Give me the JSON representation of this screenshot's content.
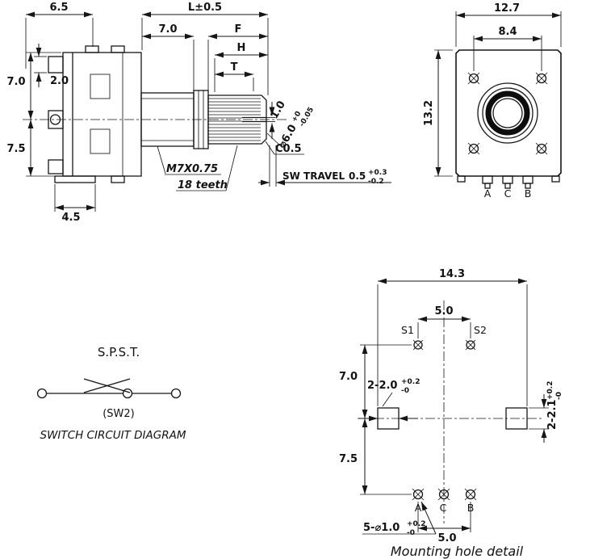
{
  "side_view": {
    "dim_pin": "6.5",
    "dim_length": "L±0.5",
    "dim_bushing": "7.0",
    "dim_f": "F",
    "dim_h": "H",
    "dim_t": "T",
    "dim_upper": "7.0",
    "dim_tab": "2.0",
    "dim_lower": "7.5",
    "dim_foot": "4.5",
    "thread": "M7X0.75",
    "teeth": "18 teeth",
    "sw_travel": "SW TRAVEL",
    "sw_travel_val": "0.5",
    "sw_travel_tol_up": "+0.3",
    "sw_travel_tol_dn": "-0.2",
    "chamfer": "C0.5",
    "dia": "⌀6.0",
    "dia_tol_up": "+0",
    "dia_tol_dn": "-0.05",
    "slot": "1.0"
  },
  "front_view": {
    "dim_width": "12.7",
    "dim_holes": "8.4",
    "dim_height": "13.2",
    "term_a": "A",
    "term_c": "C",
    "term_b": "B"
  },
  "circuit": {
    "type": "S.P.S.T.",
    "name": "(SW2)",
    "caption": "SWITCH CIRCUIT DIAGRAM"
  },
  "mounting": {
    "dim_width": "14.3",
    "dim_s_span": "5.0",
    "s1": "S1",
    "s2": "S2",
    "slot_w": "2-2.0",
    "slot_w_tol_up": "+0.2",
    "slot_w_tol_dn": "-0",
    "slot_h": "2-2.1",
    "slot_h_tol_up": "+0.2",
    "slot_h_tol_dn": "-0",
    "dim_upper": "7.0",
    "dim_lower": "7.5",
    "term_a": "A",
    "term_c": "C",
    "term_b": "B",
    "holes": "5-⌀1.0",
    "holes_tol_up": "+0.2",
    "holes_tol_dn": "-0",
    "dim_t_span": "5.0",
    "caption": "Mounting hole detail"
  }
}
